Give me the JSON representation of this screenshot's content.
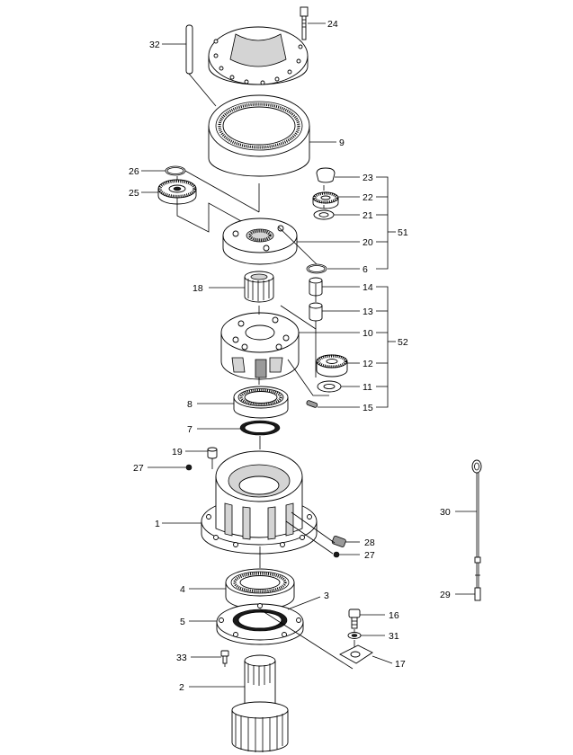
{
  "labels": [
    {
      "id": "label-24",
      "text": "24"
    },
    {
      "id": "label-32",
      "text": "32"
    },
    {
      "id": "label-9",
      "text": "9"
    },
    {
      "id": "label-26",
      "text": "26"
    },
    {
      "id": "label-25",
      "text": "25"
    },
    {
      "id": "label-23",
      "text": "23"
    },
    {
      "id": "label-22",
      "text": "22"
    },
    {
      "id": "label-21",
      "text": "21"
    },
    {
      "id": "label-20",
      "text": "20"
    },
    {
      "id": "label-51",
      "text": "51"
    },
    {
      "id": "label-6",
      "text": "6"
    },
    {
      "id": "label-18",
      "text": "18"
    },
    {
      "id": "label-14",
      "text": "14"
    },
    {
      "id": "label-13",
      "text": "13"
    },
    {
      "id": "label-10",
      "text": "10"
    },
    {
      "id": "label-52",
      "text": "52"
    },
    {
      "id": "label-12",
      "text": "12"
    },
    {
      "id": "label-11",
      "text": "11"
    },
    {
      "id": "label-15",
      "text": "15"
    },
    {
      "id": "label-8",
      "text": "8"
    },
    {
      "id": "label-7",
      "text": "7"
    },
    {
      "id": "label-19",
      "text": "19"
    },
    {
      "id": "label-27a",
      "text": "27"
    },
    {
      "id": "label-1",
      "text": "1"
    },
    {
      "id": "label-28",
      "text": "28"
    },
    {
      "id": "label-27b",
      "text": "27"
    },
    {
      "id": "label-30",
      "text": "30"
    },
    {
      "id": "label-29",
      "text": "29"
    },
    {
      "id": "label-4",
      "text": "4"
    },
    {
      "id": "label-3",
      "text": "3"
    },
    {
      "id": "label-5",
      "text": "5"
    },
    {
      "id": "label-16",
      "text": "16"
    },
    {
      "id": "label-31",
      "text": "31"
    },
    {
      "id": "label-33",
      "text": "33"
    },
    {
      "id": "label-17",
      "text": "17"
    },
    {
      "id": "label-2",
      "text": "2"
    }
  ]
}
